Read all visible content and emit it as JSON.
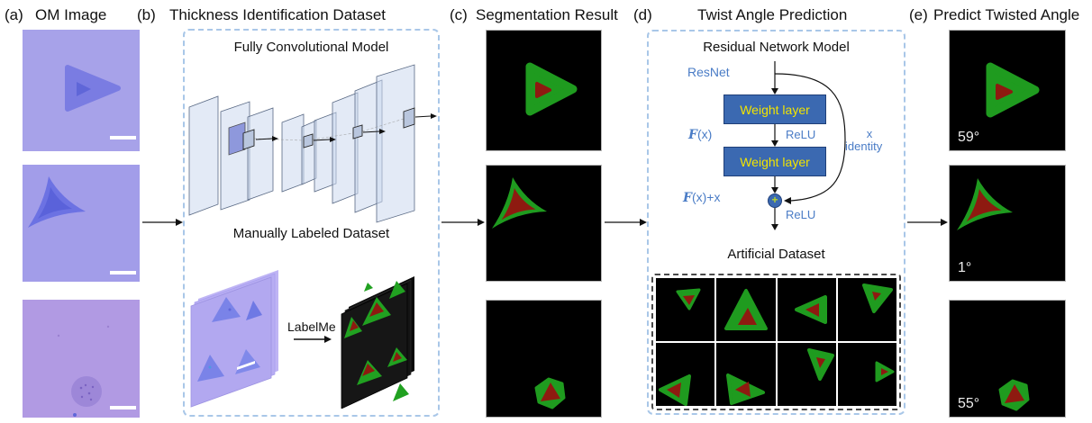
{
  "titles": [
    {
      "tag": "(a)",
      "label": "OM Image"
    },
    {
      "tag": "(b)",
      "label": "Thickness Identification Dataset"
    },
    {
      "tag": "(c)",
      "label": "Segmentation Result"
    },
    {
      "tag": "(d)",
      "label": "Twist Angle Prediction"
    },
    {
      "tag": "(e)",
      "label": "Predict Twisted Angle"
    }
  ],
  "panel_b": {
    "model_heading": "Fully Convolutional Model",
    "dataset_heading": "Manually Labeled Dataset",
    "labelme_label": "LabelMe"
  },
  "panel_d": {
    "model_heading": "Residual Network Model",
    "resnet_label": "ResNet",
    "weight_layer_1": "Weight layer",
    "weight_layer_2": "Weight layer",
    "relu_1": "ReLU",
    "relu_2": "ReLU",
    "f_script": "F",
    "f_arg": "(x)",
    "f_plus_arg": "(x)+x",
    "plus_sign": "+",
    "identity_x": "x",
    "identity_label": "identity",
    "dataset_heading": "Artificial Dataset"
  },
  "panel_e": {
    "angle_labels": [
      "59°",
      "1°",
      "55°"
    ]
  },
  "colors": {
    "segment_green": "#1f9b1f",
    "segment_red": "#8e1a10",
    "resnet_box_blue": "#3b69b1",
    "resnet_text_blue": "#4a7cc6",
    "weight_layer_text_yellow": "#f2e400",
    "panel_border_blue": "#a9c7e8",
    "om_background_1": "#a7a2e9",
    "om_background_2": "#a29de9",
    "om_background_3": "#b19ae3"
  }
}
